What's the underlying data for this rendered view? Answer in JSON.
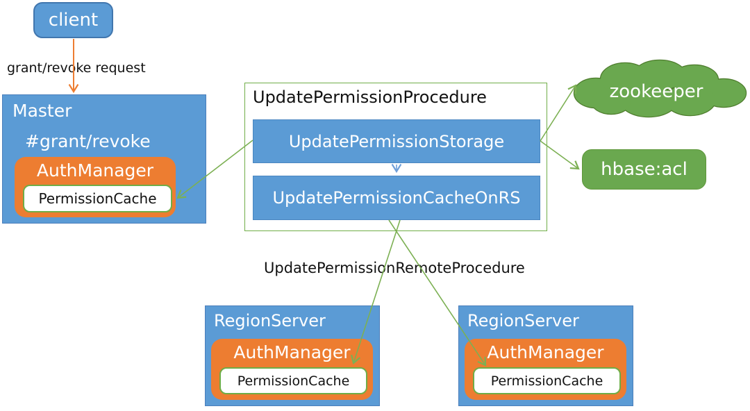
{
  "client": {
    "label": "client"
  },
  "request_label": "grant/revoke request",
  "master": {
    "title": "Master",
    "method": "#grant/revoke",
    "auth_manager": "AuthManager",
    "permission_cache": "PermissionCache"
  },
  "procedure": {
    "title": "UpdatePermissionProcedure",
    "steps": [
      "UpdatePermissionStorage",
      "UpdatePermissionCacheOnRS"
    ]
  },
  "zookeeper": {
    "label": "zookeeper"
  },
  "hbase_acl": {
    "label": "hbase:acl"
  },
  "remote_procedure_label": "UpdatePermissionRemoteProcedure",
  "region_servers": [
    {
      "title": "RegionServer",
      "auth_manager": "AuthManager",
      "permission_cache": "PermissionCache"
    },
    {
      "title": "RegionServer",
      "auth_manager": "AuthManager",
      "permission_cache": "PermissionCache"
    }
  ],
  "colors": {
    "node_blue": "#5b9bd5",
    "node_blue_border": "#4176ae",
    "orange": "#ed7d31",
    "green_fill": "#6aa84f",
    "green_outline": "#4e7d2d",
    "green_line": "#7cb053",
    "blue_arrow": "#6f9fd8",
    "text_dark": "#111111"
  }
}
